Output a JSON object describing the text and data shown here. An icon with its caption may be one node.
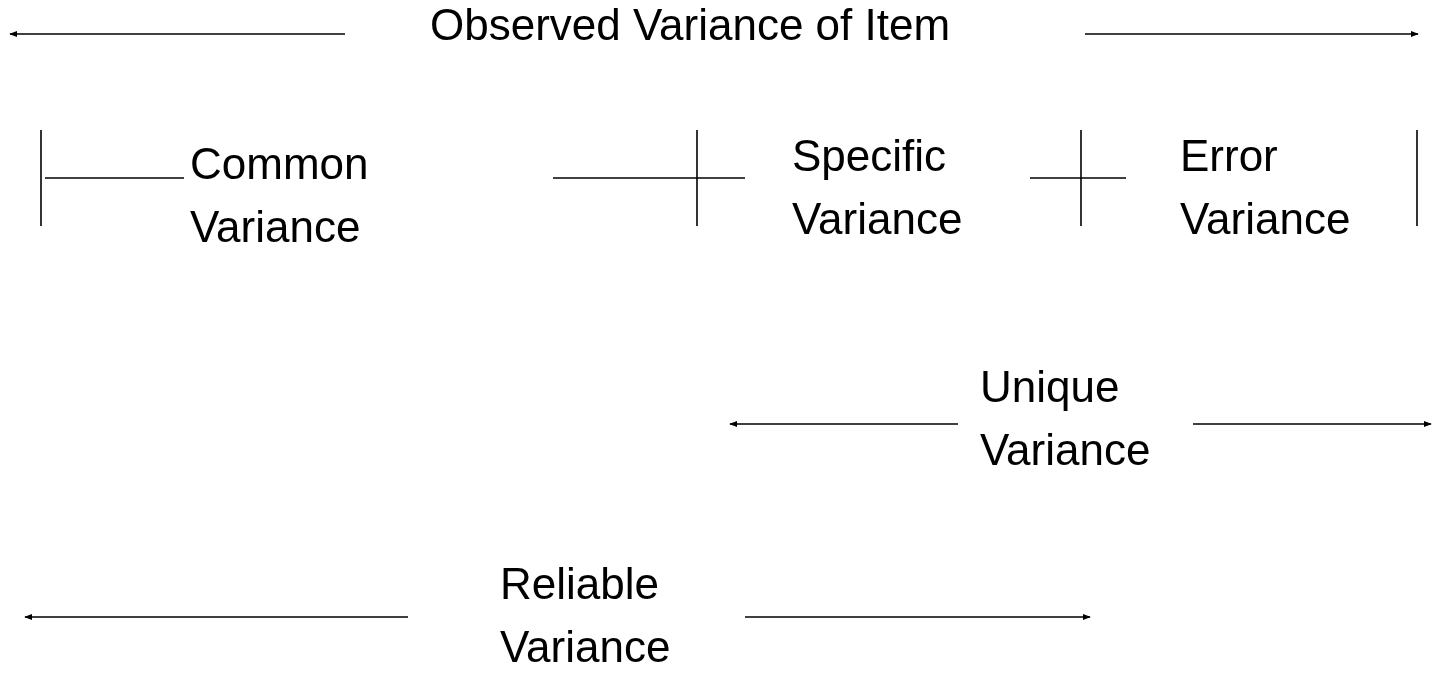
{
  "diagram": {
    "labels": [
      "Observed Variance of Item",
      "Common Variance",
      "Specific Variance",
      "Error Variance",
      "Unique Variance",
      "Reliable Variance"
    ]
  }
}
